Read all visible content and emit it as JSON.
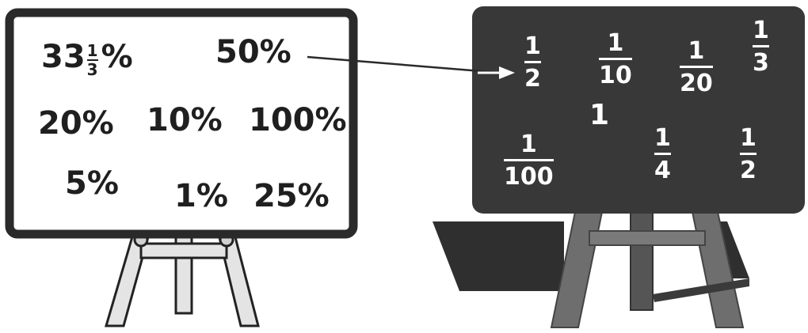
{
  "whiteboard": {
    "percent_mixed": {
      "whole": "33",
      "num": "1",
      "den": "3",
      "sign": "%"
    },
    "percents": [
      "50%",
      "20%",
      "10%",
      "100%",
      "5%",
      "1%",
      "25%"
    ]
  },
  "blackboard": {
    "fractions": [
      {
        "num": "1",
        "den": "2"
      },
      {
        "num": "1",
        "den": "10"
      },
      {
        "num": "1",
        "den": "20"
      },
      {
        "num": "1",
        "den": "3"
      },
      {
        "num": "1",
        "den": "100"
      },
      {
        "num": "1",
        "den": "4"
      },
      {
        "num": "1",
        "den": "2"
      }
    ],
    "whole": "1"
  }
}
